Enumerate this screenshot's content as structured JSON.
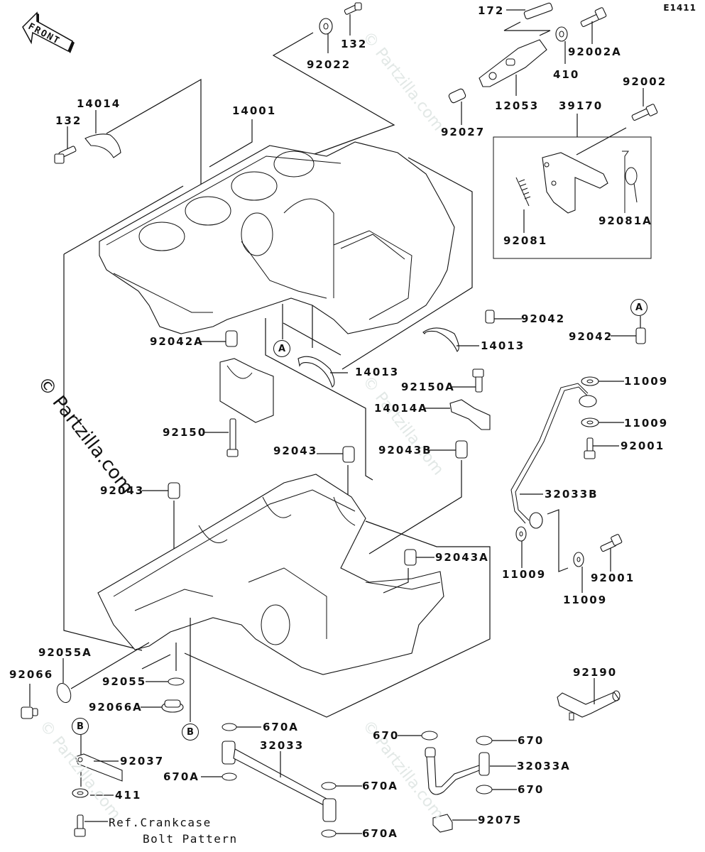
{
  "diagram": {
    "title_code": "E1411",
    "front_arrow_label": "FRONT",
    "watermark": "© Partzilla.com",
    "reference_note": [
      "Ref.Crankcase",
      "Bolt Pattern"
    ],
    "callouts": {
      "A": "A",
      "B": "B"
    },
    "parts": {
      "p172": "172",
      "p132_top": "132",
      "p92022": "92022",
      "p92002A": "92002A",
      "p410": "410",
      "p12053": "12053",
      "p92027": "92027",
      "p92002": "92002",
      "p39170": "39170",
      "p92081": "92081",
      "p92081A": "92081A",
      "p14014": "14014",
      "p132_left": "132",
      "p14001": "14001",
      "p92042": "92042",
      "p92042_right": "92042",
      "p14013_right": "14013",
      "p92042A": "92042A",
      "p14013_mid": "14013",
      "p92150A": "92150A",
      "p14014A": "14014A",
      "p11009_a": "11009",
      "p11009_b": "11009",
      "p92150": "92150",
      "p92043_mid": "92043",
      "p92043B": "92043B",
      "p92001_a": "92001",
      "p92043_left": "92043",
      "p32033B": "32033B",
      "p92043A": "92043A",
      "p11009_c": "11009",
      "p92001_b": "92001",
      "p11009_d": "11009",
      "p92055A": "92055A",
      "p92066": "92066",
      "p92055": "92055",
      "p92190": "92190",
      "p92066A": "92066A",
      "p670A_a": "670A",
      "p32033": "32033",
      "p670_a": "670",
      "p670_b": "670",
      "p32033A": "32033A",
      "p92037": "92037",
      "p670A_b": "670A",
      "p670A_c": "670A",
      "p411": "411",
      "p670_c": "670",
      "p92075": "92075",
      "p670A_d": "670A"
    }
  }
}
